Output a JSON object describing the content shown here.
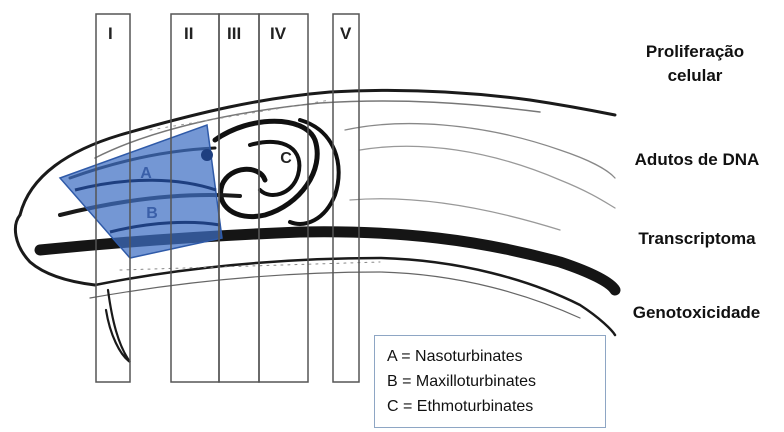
{
  "sections": [
    "I",
    "II",
    "III",
    "IV",
    "V"
  ],
  "regions": [
    "A",
    "B",
    "C"
  ],
  "endpoints": {
    "proliferation": "Proliferação\ncelular",
    "dna_adducts": "Adutos de DNA",
    "transcriptome": "Transcriptoma",
    "genotoxicity": "Genotoxicidade"
  },
  "legend": [
    "A = Nasoturbinates",
    "B = Maxilloturbinates",
    "C = Ethmoturbinates"
  ],
  "colors": {
    "highlight": "#3f6fc4",
    "section_line": "#555555",
    "legend_border": "#8ea6c4"
  }
}
